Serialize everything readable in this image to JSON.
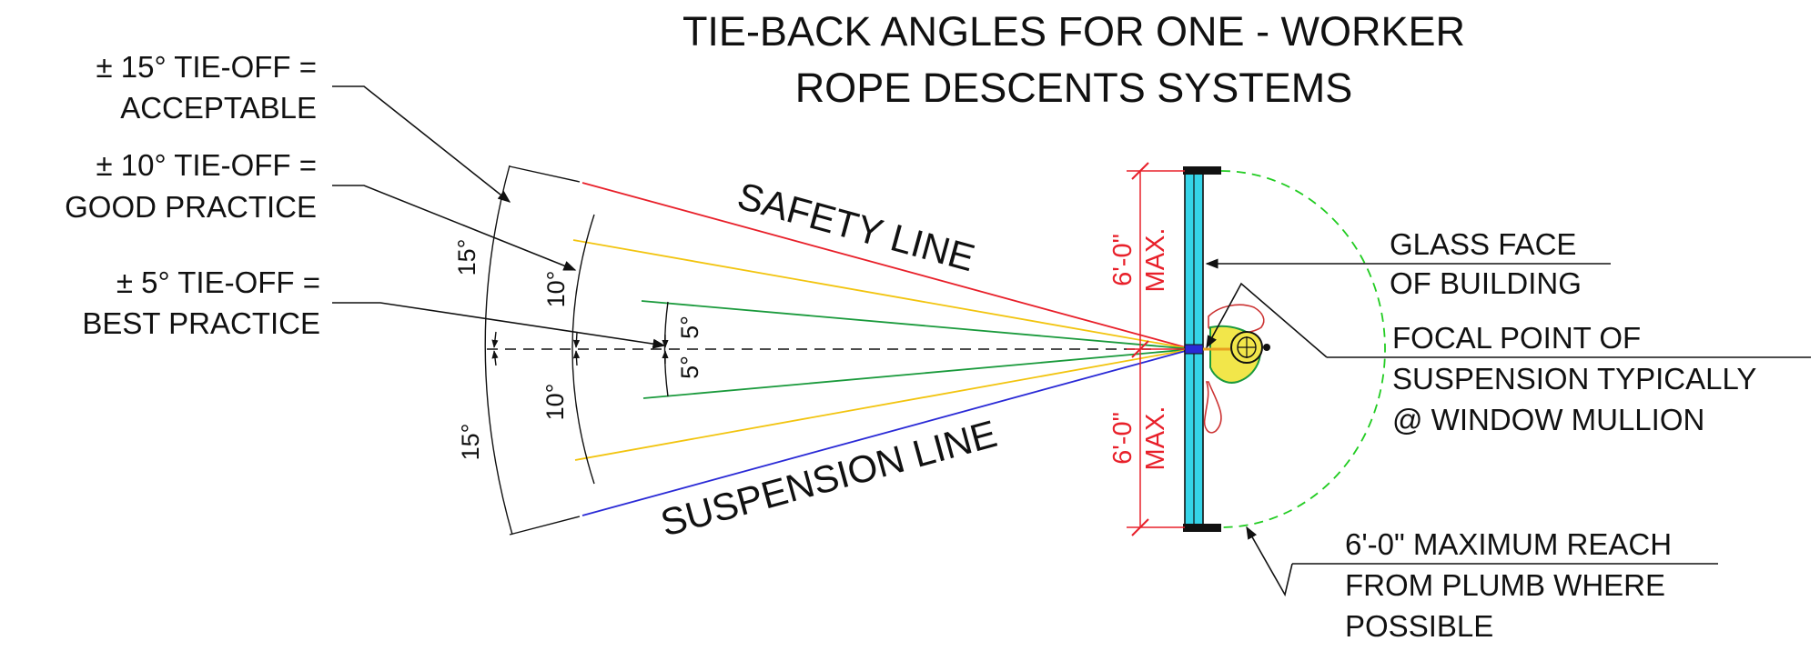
{
  "title": {
    "line1": "TIE-BACK ANGLES FOR ONE - WORKER",
    "line2": "ROPE DESCENTS SYSTEMS"
  },
  "left_notes": [
    {
      "line1": "± 15° TIE-OFF =",
      "line2": "ACCEPTABLE"
    },
    {
      "line1": "± 10° TIE-OFF =",
      "line2": "GOOD PRACTICE"
    },
    {
      "line1": "± 5° TIE-OFF =",
      "line2": "BEST PRACTICE"
    }
  ],
  "line_labels": {
    "safety": "SAFETY LINE",
    "suspension": "SUSPENSION LINE"
  },
  "angle_labels": {
    "upper_15": "15°",
    "lower_15": "15°",
    "upper_10": "10°",
    "lower_10": "10°",
    "upper_5": "5°",
    "lower_5": "5°"
  },
  "reach_dims": {
    "upper": {
      "value": "6'-0\"",
      "qualifier": "MAX."
    },
    "lower": {
      "value": "6'-0\"",
      "qualifier": "MAX."
    }
  },
  "right_notes": {
    "glass": {
      "line1": "GLASS FACE",
      "line2": "OF BUILDING"
    },
    "focal": {
      "line1": "FOCAL POINT OF",
      "line2": "SUSPENSION TYPICALLY",
      "line3": "@ WINDOW MULLION"
    },
    "reach": {
      "line1": "6'-0\" MAXIMUM REACH",
      "line2": "FROM PLUMB WHERE",
      "line3": "POSSIBLE"
    }
  },
  "colors": {
    "angle_15": "#e8202a",
    "angle_10": "#f2c40f",
    "angle_5": "#1a9a3c",
    "suspension_line": "#2a2ad6",
    "glass": "#35d4e8",
    "dimension": "#e8202a",
    "reach_arc": "#22cc22"
  },
  "icons": {
    "worker": "worker-top-view-icon"
  }
}
